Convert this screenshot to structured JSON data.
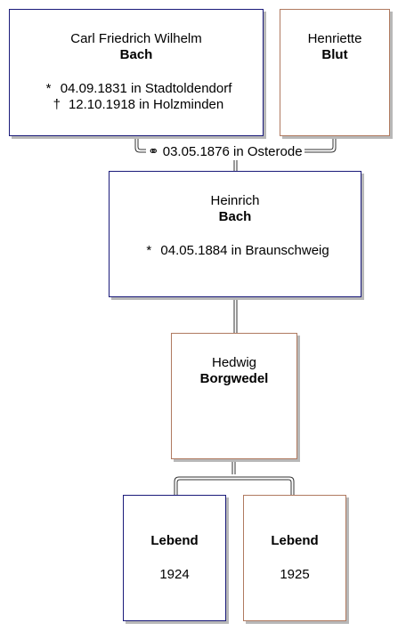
{
  "persons": {
    "carl": {
      "given": "Carl Friedrich Wilhelm",
      "surname": "Bach",
      "birth_symbol": "*",
      "birth": "04.09.1831 in Stadtoldendorf",
      "death_symbol": "†",
      "death": "12.10.1918 in Holzminden"
    },
    "henriette": {
      "given": "Henriette",
      "surname": "Blut"
    },
    "heinrich": {
      "given": "Heinrich",
      "surname": "Bach",
      "birth_symbol": "*",
      "birth": "04.05.1884 in Braunschweig"
    },
    "hedwig": {
      "given": "Hedwig",
      "surname": "Borgwedel"
    },
    "child1": {
      "name": "Lebend",
      "year": "1924"
    },
    "child2": {
      "name": "Lebend",
      "year": "1925"
    }
  },
  "marriage": {
    "symbol": "⚭",
    "text": "03.05.1876 in Osterode"
  },
  "colors": {
    "male_border": "#1a1a7a",
    "female_border": "#b07a60",
    "shadow": "#b8b8b8",
    "connector": "#333333"
  }
}
